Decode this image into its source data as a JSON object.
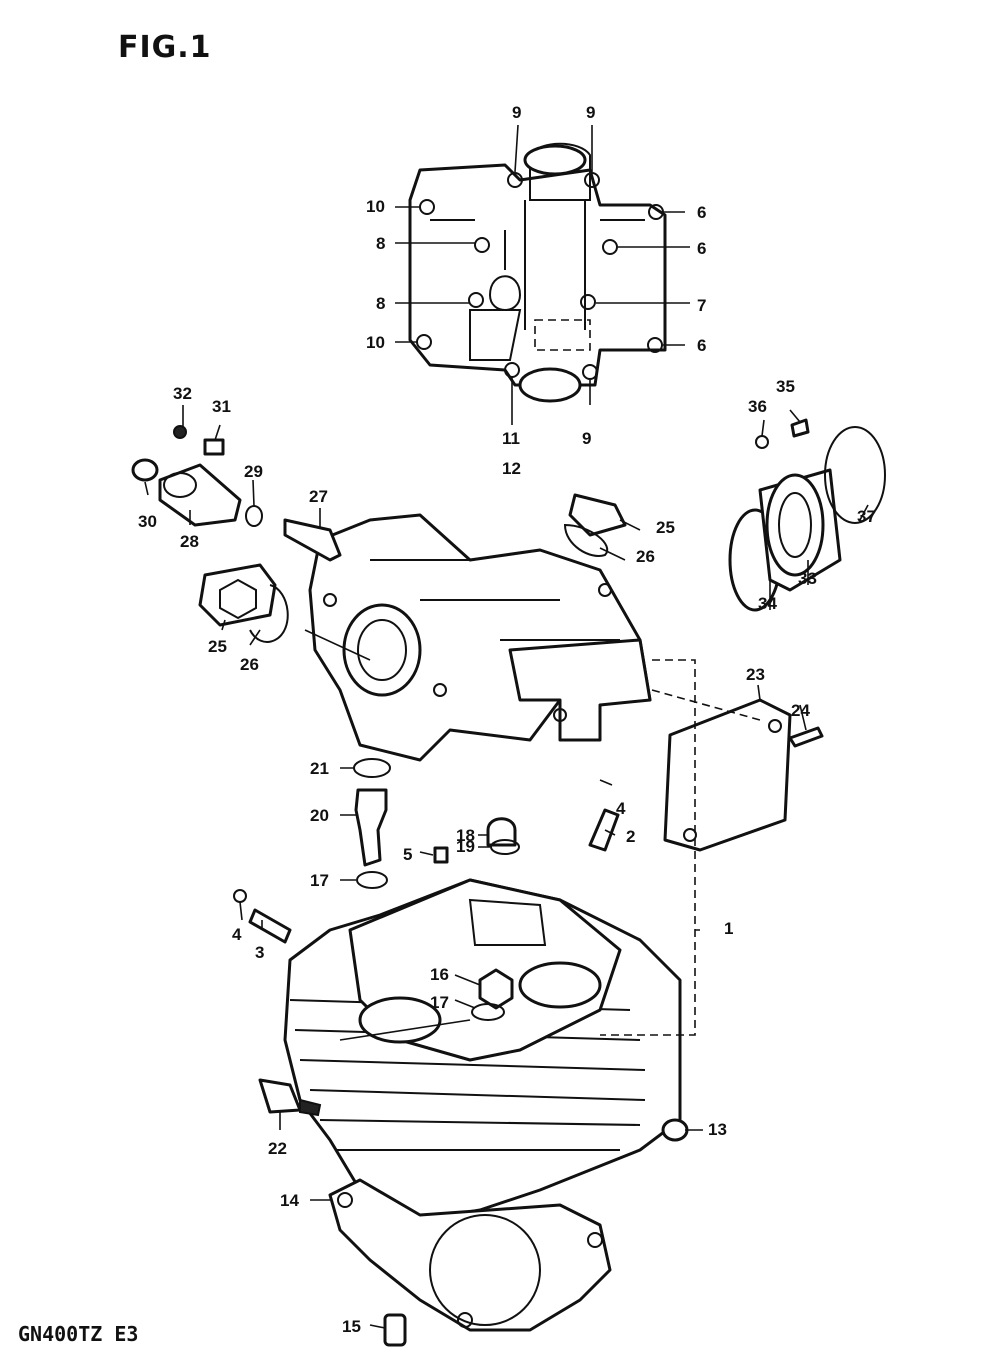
{
  "figure": {
    "title": "FIG.1",
    "model_code": "GN400TZ E3"
  },
  "callouts": {
    "c1": "1",
    "c2": "2",
    "c3": "3",
    "c4a": "4",
    "c4b": "4",
    "c5": "5",
    "c6a": "6",
    "c6b": "6",
    "c6c": "6",
    "c7": "7",
    "c8a": "8",
    "c8b": "8",
    "c9a": "9",
    "c9b": "9",
    "c9c": "9",
    "c10a": "10",
    "c10b": "10",
    "c11": "11",
    "c12": "12",
    "c13": "13",
    "c14": "14",
    "c15": "15",
    "c16": "16",
    "c17a": "17",
    "c17b": "17",
    "c18": "18",
    "c19": "19",
    "c20": "20",
    "c21": "21",
    "c22": "22",
    "c23": "23",
    "c24": "24",
    "c25a": "25",
    "c25b": "25",
    "c26a": "26",
    "c26b": "26",
    "c27": "27",
    "c28": "28",
    "c29": "29",
    "c30": "30",
    "c31": "31",
    "c32": "32",
    "c33": "33",
    "c34": "34",
    "c35": "35",
    "c36": "36",
    "c37": "37"
  }
}
